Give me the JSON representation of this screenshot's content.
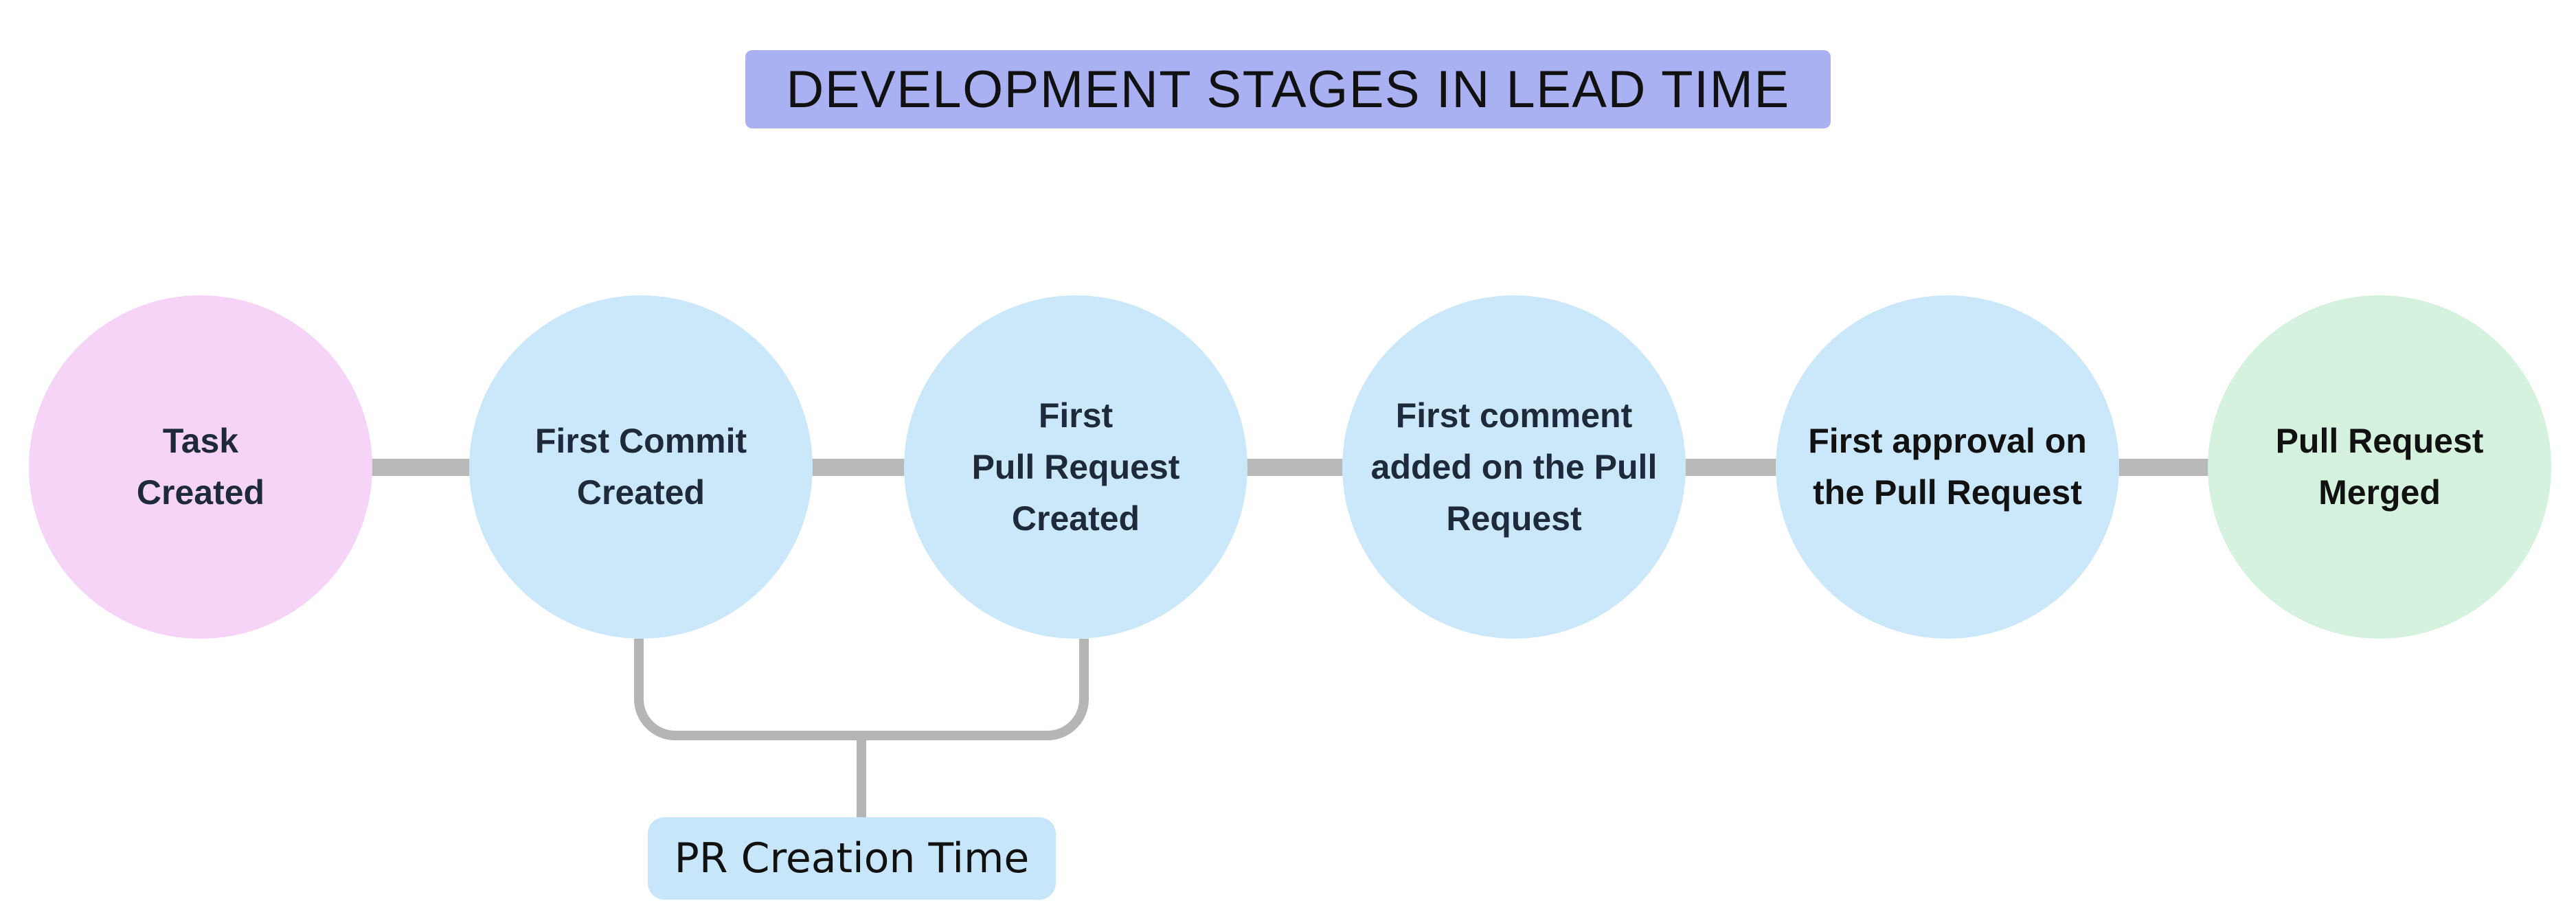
{
  "title": {
    "text": "DEVELOPMENT STAGES IN LEAD TIME",
    "bg": "#a9b1f2",
    "text_color": "#111111"
  },
  "nodes": [
    {
      "id": "task-created",
      "label": "Task\nCreated",
      "fill": "#f6d4f8",
      "text_color": "#1e2a3a"
    },
    {
      "id": "first-commit-created",
      "label": "First Commit\nCreated",
      "fill": "#cbe8fb",
      "text_color": "#1e2a3a"
    },
    {
      "id": "first-pull-request-created",
      "label": "First\nPull Request\nCreated",
      "fill": "#cbe8fb",
      "text_color": "#1e2a3a"
    },
    {
      "id": "first-comment-added",
      "label": "First comment\nadded on the Pull\nRequest",
      "fill": "#cbe8fb",
      "text_color": "#1e2a3a"
    },
    {
      "id": "first-approval",
      "label": "First approval on\nthe Pull Request",
      "fill": "#cbe8fb",
      "text_color": "#111111"
    },
    {
      "id": "pull-request-merged",
      "label": "Pull Request\nMerged",
      "fill": "#d4f2de",
      "text_color": "#111111"
    }
  ],
  "annotation": {
    "label": "PR Creation Time",
    "bg": "#c7e6fa",
    "text_color": "#111111",
    "spans_nodes": [
      "first-commit-created",
      "first-pull-request-created"
    ]
  },
  "colors": {
    "connector": "#b9b9b9",
    "bracket": "#b5b5b5",
    "background": "#ffffff"
  }
}
